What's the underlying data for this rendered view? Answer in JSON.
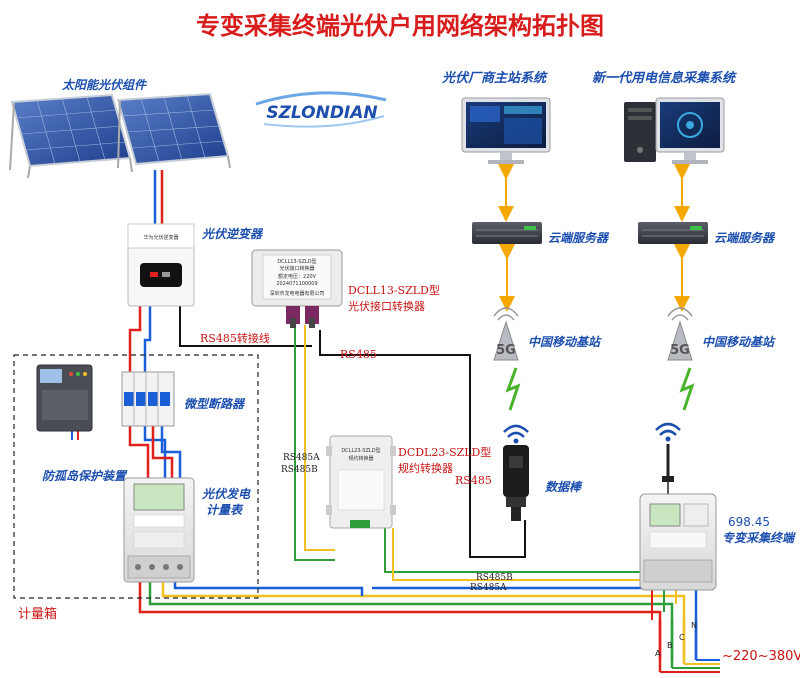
{
  "title": "专变采集终端光伏户用网络架构拓扑图",
  "logo": "SZLONDIAN",
  "labels": {
    "solar_panels": "太阳能光伏组件",
    "inverter": "光伏逆变器",
    "inverter_brand": "华为光伏逆变器",
    "converter1_model": "DCLL13-SZLD型",
    "converter1_name": "光伏接口转换器",
    "rs485_cable": "RS485转接线",
    "rs485": "RS485",
    "rs485_vertical": "RS485",
    "rs485a": "RS485A",
    "rs485b": "RS485B",
    "rs485b_bottom": "RS485B",
    "rs485a_bottom": "RS485A",
    "breaker": "微型断路器",
    "anti_island": "防孤岛保护装置",
    "pv_meter_line1": "光伏发电",
    "pv_meter_line2": "计量表",
    "meter_box": "计量箱",
    "converter2_model": "DCDL23-SZLD型",
    "converter2_name": "规约转换器",
    "data_stick": "数据棒",
    "pv_master_system": "光伏厂商主站系统",
    "new_gen_system": "新一代用电信息采集系统",
    "cloud_server_left": "云端服务器",
    "cloud_server_right": "云端服务器",
    "base_station_left": "中国移动基站",
    "base_station_right": "中国移动基站",
    "terminal_value": "698.45",
    "terminal_name": "专变采集终端",
    "phase_a": "A",
    "phase_b": "B",
    "phase_c": "C",
    "phase_n": "N",
    "voltage": "~220~380V"
  },
  "device_text": {
    "converter1_line1": "DCLL13-SZLD型",
    "converter1_line2": "光伏接口转换器",
    "converter1_line3": "额定电压：220V",
    "converter1_line4": "2024071100009",
    "converter1_footer": "深圳市龙电电器有限公司",
    "converter2_line1": "DCLL23-SZLD型",
    "converter2_line2": "规约转换器",
    "antenna_5g": "5G"
  },
  "colors": {
    "title": "#d81c1c",
    "blue_label": "#1d4fae",
    "red_label": "#c81414",
    "wire_red": "#e0201c",
    "wire_blue": "#1a5fd6",
    "wire_green": "#2e9e3a",
    "wire_yellow": "#f0c020",
    "wire_black": "#111111",
    "link_orange": "#f5a800",
    "signal_green": "#49b42b"
  },
  "icons": [
    "solar-panel-icon",
    "inverter-icon",
    "converter-icon",
    "breaker-icon",
    "anti-island-device-icon",
    "electric-meter-icon",
    "data-stick-icon",
    "wifi-icon",
    "monitor-icon",
    "server-rack-icon",
    "cell-tower-5g-icon",
    "desktop-pc-icon",
    "antenna-icon",
    "lightning-icon",
    "terminal-icon"
  ]
}
